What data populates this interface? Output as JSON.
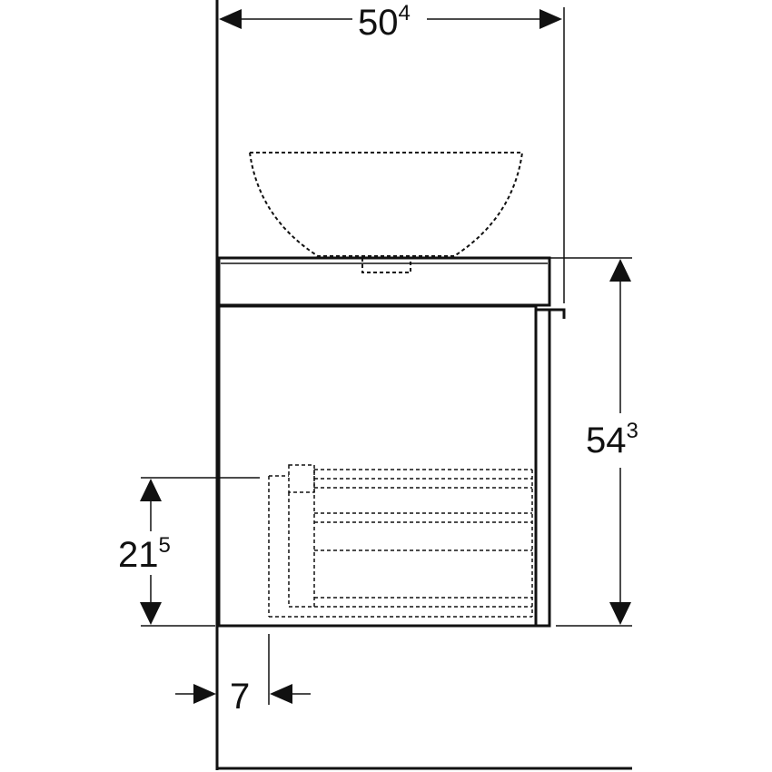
{
  "dimensions": {
    "width_top": {
      "main": "50",
      "sup": "4"
    },
    "height_right": {
      "main": "54",
      "sup": "3"
    },
    "drawer_height_left": {
      "main": "21",
      "sup": "5"
    },
    "offset_bottom": {
      "main": "7"
    }
  },
  "colors": {
    "line": "#111111",
    "background": "#ffffff"
  }
}
